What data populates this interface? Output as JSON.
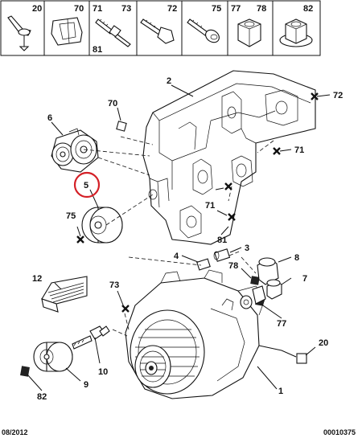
{
  "header": {
    "cells": [
      {
        "id": "c20",
        "labels": [
          "20"
        ],
        "icon": "cable-clip-icon"
      },
      {
        "id": "c70",
        "labels": [
          "70"
        ],
        "icon": "rubber-sleeve-icon"
      },
      {
        "id": "c71",
        "labels": [
          "71",
          "73",
          "81"
        ],
        "icon": "stud-bolt-icon"
      },
      {
        "id": "c72",
        "labels": [
          "72"
        ],
        "icon": "hex-bolt-icon"
      },
      {
        "id": "c75",
        "labels": [
          "75"
        ],
        "icon": "socket-screw-icon"
      },
      {
        "id": "c77",
        "labels": [
          "77",
          "78"
        ],
        "icon": "hex-nut-icon"
      },
      {
        "id": "c82",
        "labels": [
          "82"
        ],
        "icon": "flange-nut-icon"
      }
    ]
  },
  "callouts": {
    "p1": "1",
    "p2": "2",
    "p3": "3",
    "p4": "4",
    "p5": "5",
    "p6": "6",
    "p7": "7",
    "p8": "8",
    "p9": "9",
    "p10": "10",
    "p12": "12",
    "p20": "20",
    "p70": "70",
    "p71a": "71",
    "p71b": "71",
    "p72": "72",
    "p73": "73",
    "p75": "75",
    "p77": "77",
    "p78": "78",
    "p81": "81",
    "p82": "82"
  },
  "highlight": {
    "target": "5",
    "color": "#d42027"
  },
  "footer": {
    "date": "08/2012",
    "code": "00010375"
  }
}
